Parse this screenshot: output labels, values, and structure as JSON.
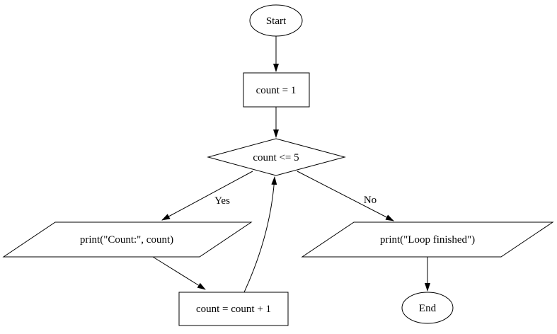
{
  "diagram": {
    "type": "flowchart",
    "background_color": "#ffffff",
    "stroke_color": "#000000",
    "text_color": "#000000",
    "nodes": {
      "start": {
        "label": "Start",
        "shape": "oval"
      },
      "init": {
        "label": "count = 1",
        "shape": "rectangle"
      },
      "condition": {
        "label": "count <= 5",
        "shape": "diamond"
      },
      "print_count": {
        "label": "print(\"Count:\", count)",
        "shape": "parallelogram"
      },
      "increment": {
        "label": "count = count + 1",
        "shape": "rectangle"
      },
      "print_finished": {
        "label": "print(\"Loop finished\")",
        "shape": "parallelogram"
      },
      "end": {
        "label": "End",
        "shape": "oval"
      }
    },
    "edges": {
      "yes_label": "Yes",
      "no_label": "No"
    }
  }
}
